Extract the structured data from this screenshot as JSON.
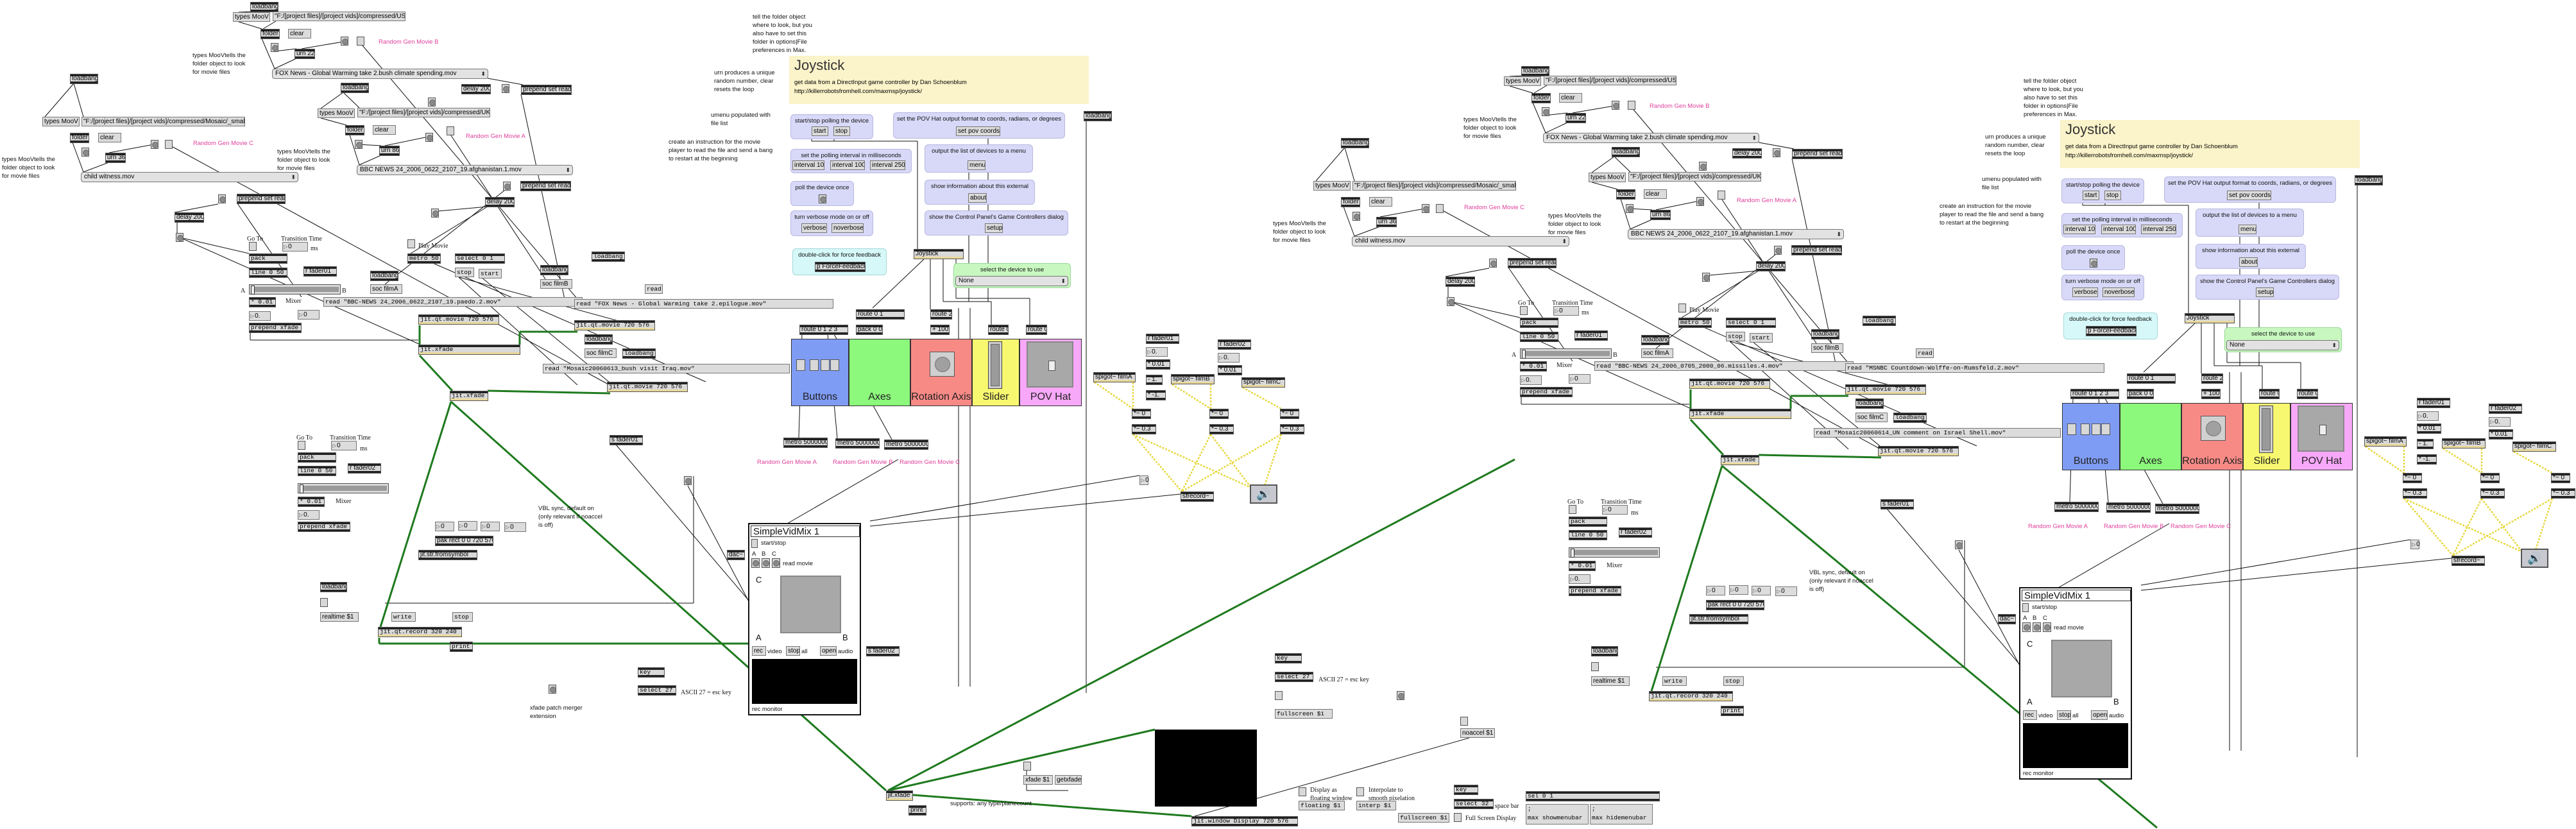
{
  "colors": {
    "background": "#ffffff",
    "object_box": "#d9d9d9",
    "comment_pink": "#e0409c",
    "joystick_header": "#fbf3c9",
    "panel_lavender": "#d8d8f8",
    "panel_cyan": "#d6f8f8",
    "panel_green": "#c8f8c0",
    "buttons_block": "#7f9cf5",
    "axes_block": "#8cf87c",
    "rotation_block": "#f88a86",
    "slider_block": "#f8f870",
    "pov_block": "#f8a8f8",
    "video_cord": "#1e7a1e",
    "audio_cord": "#e8d840"
  },
  "left_patch": {
    "tell": "tell the folder object\nwhere to look, but you\nalso have to set this\nfolder in options|File\npreferences in Max.",
    "urn_cmt": "urn produces a unique\nrandom number, clear\nresets the loop",
    "umenu_cmt": "umenu populated with\nfile list",
    "create_cmt": "create an instruction for the movie\nplayer to read the file and send a bang\nto restart at the beginning",
    "loadbang": "loadbang",
    "types_moov": "types MooV",
    "path_us": "\"F:/[project files]/[project vids]/compressed/US\"",
    "path_uk": "\"F:/[project files]/[project vids]/compressed/UK\"",
    "path_mosaic": "\"F:/[project files]/[project vids]/compressed/Mosaic/_small\"",
    "folder": "folder",
    "clear": "clear",
    "urn_a": "urn 86",
    "urn_b": "urn 22",
    "urn_c": "urn 36",
    "pink_a": "Random Gen Movie A",
    "pink_b": "Random Gen Movie B",
    "pink_c": "Random Gen Movie C",
    "types_cmt": "types MooVtells the\nfolder object to look\nfor movie files",
    "umenu_a": "BBC NEWS 24_2006_0622_2107_19.afghanistan.1.mov",
    "umenu_b": "FOX News - Global Warming take 2.bush climate spending.mov",
    "umenu_c": "child witness.mov",
    "delay": "delay 200",
    "prepend_read": "prepend set read",
    "go_to": "Go To",
    "transition": "Transition Time",
    "ms": "ms",
    "zero": "0",
    "zero_f": "0.",
    "play_movie": "Play Movie",
    "pack": "pack",
    "metro50": "metro 50",
    "select01": "select 0 1",
    "line050": "line 0 50",
    "r_fader01": "r fader01",
    "r_fader02": "r fader02",
    "s_fader01": "s fader01",
    "stop": "stop",
    "start": "start",
    "soc_a": "soc filmA",
    "soc_b": "soc filmB",
    "soc_c": "soc filmC",
    "read": "read",
    "mult001": "* 0.01",
    "mixer": "Mixer",
    "slider_a": "A",
    "slider_b": "B",
    "read_a": "read \"BBC-NEWS 24_2006_0622_2107_19.paedo.2.mov\"",
    "read_b": "read \"FOX News - Global Warming take 2.epilogue.mov\"",
    "read_c": "read \"Mosaic20060613_bush visit Iraq.mov\"",
    "qt_movie": "jit.qt.movie 720 576",
    "prepend_xfade": "prepend xfade",
    "xfade": "jit.xfade",
    "pak_rect": "pak rect 0 0 720 576",
    "str_from": "jit.str.fromsymbol",
    "vbl_cmt": "VBL sync, default on\n(only relevant if noaccel\nis off)",
    "realtime": "realtime $1",
    "write": "write",
    "record": "jit.qt.record 320 240",
    "print": "print",
    "dac": "dac~",
    "merger_cmt": "xfade patch merger\nextension",
    "key": "key",
    "select27": "select 27",
    "ascii_cmt": "ASCII 27 = esc key",
    "svm": {
      "title": "SimpleVidMix 1",
      "startstop": "start/stop",
      "a": "A",
      "b": "B",
      "c": "C",
      "read_movie": "read movie",
      "rec": "rec",
      "video": "video",
      "stop": "stop",
      "all": "all",
      "open": "open",
      "audio": "audio",
      "monitor": "rec monitor"
    },
    "js": {
      "title": "Joystick",
      "desc": "get data from a DirectInput game controller by Dan Schoenblum",
      "url": "http://killerrobotsfromhell.com/maxmsp/joystick/",
      "startstop_lbl": "start/stop polling the device",
      "start": "start",
      "stop": "stop",
      "pov_lbl": "set the POV Hat output format to coords, radians, or degrees",
      "pov_msg": "set pov coords",
      "interval_lbl": "set the polling interval in milliseconds",
      "interval10": "interval 10",
      "interval100": "interval 100",
      "interval250": "interval 250",
      "menu_lbl": "output the list of devices to a menu",
      "menu": "menu",
      "poll_lbl": "poll the device once",
      "about_lbl": "show information about this external",
      "about": "about",
      "verbose_lbl": "turn verbose mode on or off",
      "verbose": "verbose",
      "noverbose": "noverbose",
      "setup_lbl": "show the Control Panel's Game Controllers dialog",
      "setup": "setup",
      "ff_lbl": "double-click for force feedback",
      "ff": "p ForceFeedback",
      "object": "Joystick",
      "device_lbl": "select the device to use",
      "device": "None"
    },
    "route01": "route 0 1",
    "route2": "route 2",
    "route0123": "route 0 1 2 3",
    "pack00": "pack 0 0",
    "plus100": "+ 100",
    "route0": "route 0",
    "buttons": "Buttons",
    "axes": "Axes",
    "rotation": "Rotation Axis",
    "slider": "Slider",
    "pov": "POV Hat",
    "metro5m": "metro 5000000",
    "spigot_a": "spigot~ filmA",
    "spigot_b": "spigot~ filmB",
    "spigot_c": "spigot~ filmC",
    "minus1": "- 1.",
    "multm1": "* -1.",
    "sig0": "*~ 0",
    "sig03": "*~ 0.3",
    "sfrecord": "sfrecord~"
  },
  "right_patch": {
    "read_a": "read \"BBC-NEWS 24_2006_0705_2000_06.missiles.4.mov\"",
    "read_b": "read \"MSNBC Countdown-Wolffe-on-Rumsfeld.2.mov\"",
    "read_c": "read \"Mosaic20060614_UN comment on Israel Shell.mov\""
  },
  "shared": {
    "s_fader02": "s fader02",
    "key": "key",
    "select27": "select 27",
    "ascii_cmt": "ASCII 27 = esc key",
    "fullscreen": "fullscreen $1",
    "noaccel": "noaccel $1",
    "xfade": "jit.xfade",
    "print": "print",
    "supports_cmt": "supports: any type/planecount",
    "xfade_msg": "xfade $1",
    "getxfade": "getxfade",
    "window": "jit.window Display 720 576",
    "floating_cmt": "Display as\nfloating window",
    "floating": "floating $1",
    "interp_cmt": "Interpolate to\nsmooth pixelation",
    "interp": "interp $1",
    "select32": "select 32",
    "space_cmt": "space bar",
    "fullscreen_cmt": "Full Screen Display",
    "sel01": "sel 0 1",
    "showmenubar": ";\nmax showmenubar",
    "hidemenubar": ";\nmax hidemenubar"
  }
}
